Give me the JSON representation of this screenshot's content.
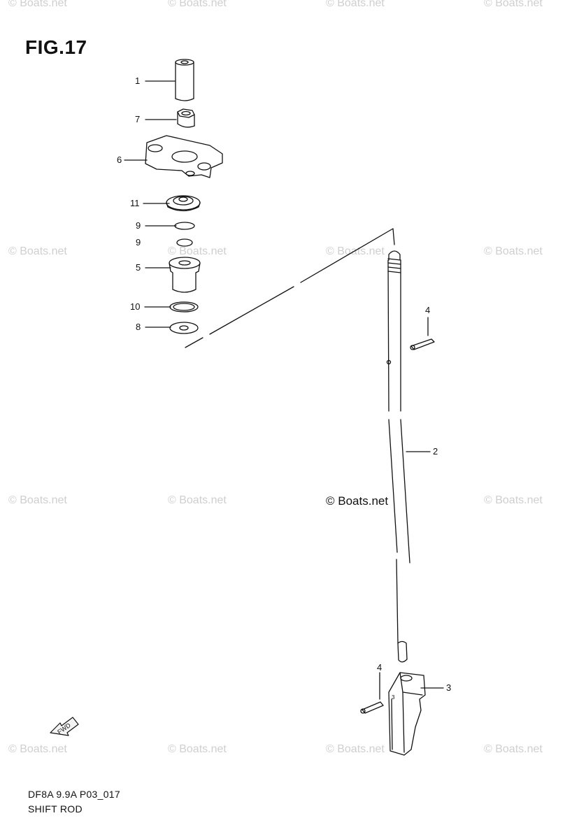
{
  "figure": {
    "title": "FIG.17"
  },
  "watermark": "© Boats.net",
  "center_watermark": "© Boats.net",
  "callouts": {
    "p1": "1",
    "p7": "7",
    "p6": "6",
    "p11": "11",
    "p9a": "9",
    "p9b": "9",
    "p5": "5",
    "p10": "10",
    "p8": "8",
    "p4a": "4",
    "p2": "2",
    "p4b": "4",
    "p3": "3"
  },
  "fwd_arrow": {
    "label": "FWD",
    "icon": "fwd-arrow-icon"
  },
  "footer": {
    "code": "DF8A 9.9A P03_017",
    "name": "SHIFT ROD"
  }
}
